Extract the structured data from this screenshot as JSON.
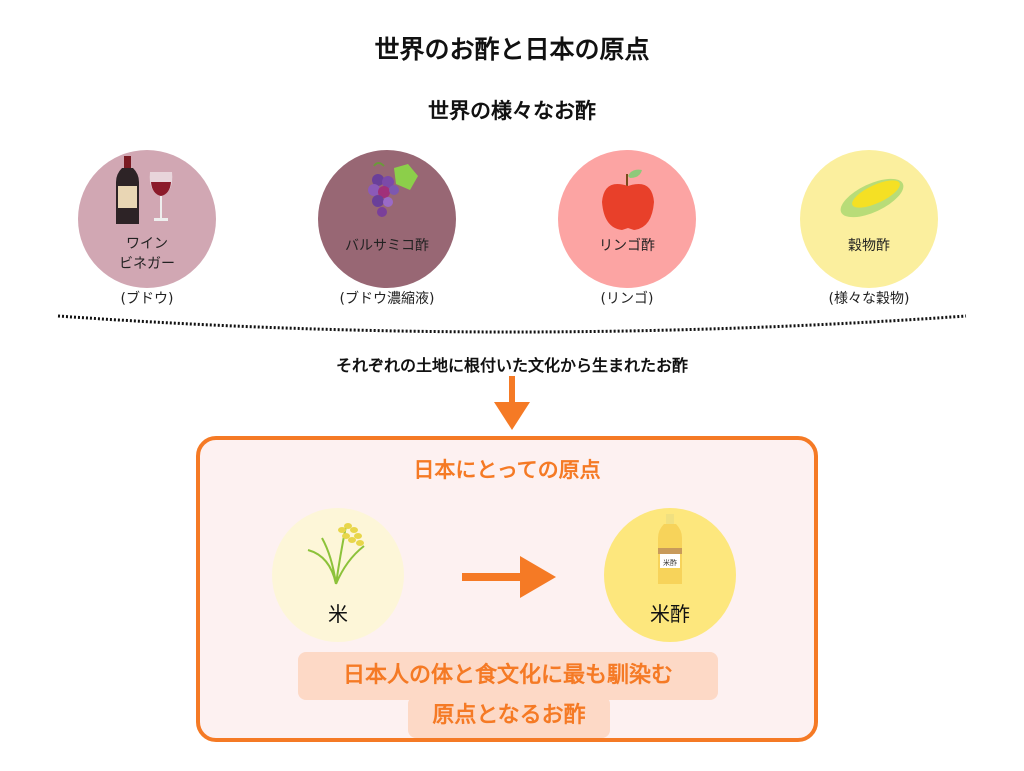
{
  "title": "世界のお酢と日本の原点",
  "subtitle": "世界の様々なお酢",
  "vinegars": [
    {
      "name_line1": "ワイン",
      "name_line2": "ビネガー",
      "source": "(ブドウ)",
      "color": "#d1a7b3",
      "icon": "wine-bottle-glass-icon"
    },
    {
      "name_line1": "バルサミコ酢",
      "name_line2": "",
      "source": "(ブドウ濃縮液)",
      "color": "#986774",
      "icon": "grapes-icon"
    },
    {
      "name_line1": "リンゴ酢",
      "name_line2": "",
      "source": "(リンゴ)",
      "color": "#fca4a3",
      "icon": "apple-icon"
    },
    {
      "name_line1": "穀物酢",
      "name_line2": "",
      "source": "(様々な穀物)",
      "color": "#fbef9e",
      "icon": "corn-icon"
    }
  ],
  "tagline": "それぞれの土地に根付いた文化から生まれたお酢",
  "colors": {
    "accent": "#f57a25",
    "box_bg": "#fdf1f1",
    "highlight_bg": "#fdd9c6"
  },
  "japan_box": {
    "title": "日本にとっての原点",
    "from": {
      "label": "米",
      "color": "#fdf6d8",
      "icon": "rice-plant-icon"
    },
    "to": {
      "label": "米酢",
      "color": "#fde77d",
      "icon": "rice-vinegar-bottle-icon",
      "bottle_label": "米酢"
    },
    "message_line1": "日本人の体と食文化に最も馴染む",
    "message_line2": "原点となるお酢"
  }
}
